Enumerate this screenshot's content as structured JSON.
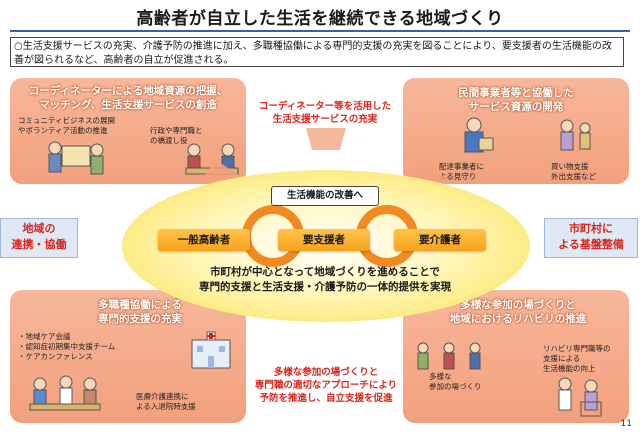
{
  "title": "高齢者が自立した生活を継続できる地域づくり",
  "intro": "○生活支援サービスの充実、介護予防の推進に加え、多職種協働による専門的支援の充実を図ることにより、要支援者の生活機能の改善が図られるなど、高齢者の自立が促進される。",
  "top_left": {
    "title_line1": "コーディネーターによる地域資源の把握、",
    "title_line2": "マッチング、生活支援サービスの創造",
    "note_left_line1": "コミュニティビジネスの展開",
    "note_left_line2": "やボランティア活動の推進",
    "note_right_line1": "行政や専門職と",
    "note_right_line2": "の橋渡し役"
  },
  "top_center_red": {
    "line1": "コーディネーター等を活用した",
    "line2": "生活支援サービスの充実"
  },
  "top_right": {
    "title_line1": "民間事業者等と協働した",
    "title_line2": "サービス資源の開発",
    "note_left_line1": "配達事業者に",
    "note_left_line2": "よる見守り",
    "note_right_line1": "買い物支援",
    "note_right_line2": "外出支援など"
  },
  "left_side": {
    "line1": "地域の",
    "line2": "連携・協働"
  },
  "right_side": {
    "line1": "市町村に",
    "line2": "よる基盤整備"
  },
  "center": {
    "kaizen": "生活機能の改善へ",
    "pill1": "一般高齢者",
    "pill2": "要支援者",
    "pill3": "要介護者",
    "text_line1": "市町村が中心となって地域づくりを進めることで",
    "text_line2": "専門的支援と生活支援・介護予防の一体的提供を実現"
  },
  "bottom_left": {
    "title_line1": "多職種協働による",
    "title_line2": "専門的支援の充実",
    "bullet1": "・地域ケア会議",
    "bullet2": "・認知症初期集中支援チーム",
    "bullet3": "・ケアカンファレンス",
    "note_line1": "医療介護連携に",
    "note_line2": "よる入退院時支援"
  },
  "bottom_center_red": {
    "line1": "多様な参加の場づくりと",
    "line2": "専門職の適切なアプローチにより",
    "line3": "予防を推進し、自立支援を促進"
  },
  "bottom_right": {
    "title_line1": "多様な参加の場づくりと",
    "title_line2": "地域におけるリハビリの推進",
    "note_left_line1": "多様な",
    "note_left_line2": "参加の場づくり",
    "note_right_line1": "リハビリ専門職等の",
    "note_right_line2": "支援による",
    "note_right_line3": "生活機能の向上"
  },
  "page_number": "11",
  "colors": {
    "salmon": "#f2a07c",
    "red_text": "#d8261c",
    "ring_orange": "#f28a22",
    "pill_orange": "#f7a21c",
    "ellipse_yellow": "#f9e04a",
    "side_blue": "#dfe9f6",
    "title_rule": "#3b5fa8"
  }
}
